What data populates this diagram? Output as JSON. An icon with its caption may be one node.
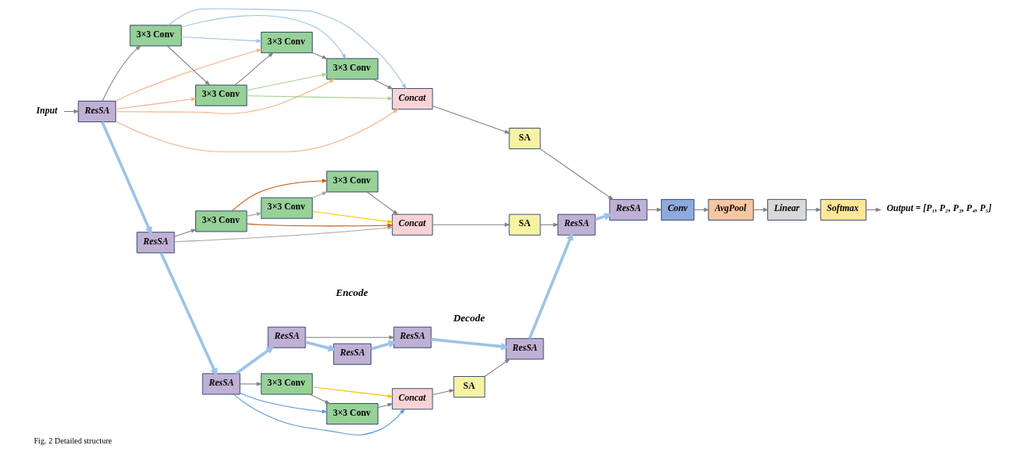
{
  "diagram": {
    "caption": "Fig. 2 Detailed structure",
    "nodes": [
      {
        "text": [
          "Input"
        ]
      },
      {
        "text": [
          "ResSA"
        ]
      },
      {
        "text": [
          "3×3 Conv"
        ]
      },
      {
        "text": [
          "3×3 Conv"
        ]
      },
      {
        "text": [
          "3×3 Conv"
        ]
      },
      {
        "text": [
          "3×3 Conv"
        ]
      },
      {
        "text": [
          "Concat"
        ]
      },
      {
        "text": [
          "SA"
        ]
      },
      {
        "text": [
          "ResSA"
        ]
      },
      {
        "text": [
          "Conv"
        ]
      },
      {
        "text": [
          "ResSA"
        ]
      },
      {
        "text": [
          "3×3 Conv"
        ]
      },
      {
        "text": [
          "3×3 Conv"
        ]
      },
      {
        "text": [
          "3×3 Conv"
        ]
      },
      {
        "text": [
          "Concat"
        ]
      },
      {
        "text": [
          "SA"
        ]
      },
      {
        "text": [
          "ResSA"
        ]
      },
      {
        "text": [
          "AvgPool"
        ]
      },
      {
        "text": [
          "Linear"
        ]
      },
      {
        "text": [
          "ResSA"
        ]
      },
      {
        "text": [
          "3×3 Conv"
        ]
      },
      {
        "text": [
          "3×3 Conv"
        ]
      },
      {
        "text": [
          "Concat"
        ]
      },
      {
        "text": [
          "SA"
        ]
      },
      {
        "text": [
          "ResSA"
        ]
      },
      {
        "text": [
          "Softmax"
        ]
      },
      {
        "text": [
          "ResSA"
        ]
      },
      {
        "text": [
          "ResSA"
        ]
      },
      {
        "text": [
          "Output = [P₁, P₂, P₃, P₄, P₅]"
        ]
      },
      {
        "text": [
          "ResSA"
        ]
      }
    ],
    "edges": [
      {
        "from": 0,
        "to": 1,
        "arrow": "to"
      },
      {
        "from": 1,
        "to": 2,
        "arrow": "to"
      },
      {
        "from": 2,
        "to": 3,
        "arrow": "to"
      },
      {
        "from": 3,
        "to": 4,
        "arrow": "to"
      },
      {
        "from": 4,
        "to": 5,
        "arrow": "to"
      },
      {
        "from": 5,
        "to": 6,
        "arrow": "to"
      },
      {
        "from": 6,
        "to": 7,
        "arrow": "to"
      },
      {
        "from": 7,
        "to": 8,
        "arrow": "to"
      },
      {
        "from": 8,
        "to": 9,
        "arrow": "to"
      },
      {
        "from": 1,
        "to": 3,
        "arrow": "to",
        "color": "#f4b183"
      },
      {
        "from": 1,
        "to": 4,
        "arrow": "to",
        "color": "#f4b183"
      },
      {
        "from": 1,
        "to": 5,
        "arrow": "to",
        "color": "#f4b183"
      },
      {
        "from": 1,
        "to": 6,
        "arrow": "to",
        "color": "#f4b183"
      },
      {
        "from": 2,
        "to": 4,
        "arrow": "to",
        "color": "#9dc3e6"
      },
      {
        "from": 2,
        "to": 5,
        "arrow": "to",
        "color": "#9dc3e6"
      },
      {
        "from": 2,
        "to": 6,
        "arrow": "to",
        "color": "#9dc3e6"
      },
      {
        "from": 3,
        "to": 5,
        "arrow": "to",
        "color": "#a9d18e"
      },
      {
        "from": 3,
        "to": 6,
        "arrow": "to",
        "color": "#a9d18e"
      },
      {
        "from": 1,
        "to": 10,
        "arrow": "to",
        "style": "thick",
        "color": "#9dc3e6"
      },
      {
        "from": 10,
        "to": 11,
        "arrow": "to"
      },
      {
        "from": 11,
        "to": 12,
        "arrow": "to",
        "color": "#a6a6a6"
      },
      {
        "from": 12,
        "to": 13,
        "arrow": "to",
        "color": "#a6a6a6"
      },
      {
        "from": 13,
        "to": 14,
        "arrow": "to"
      },
      {
        "from": 14,
        "to": 15,
        "arrow": "to"
      },
      {
        "from": 15,
        "to": 16,
        "arrow": "to"
      },
      {
        "from": 10,
        "to": 14,
        "arrow": "to",
        "color": "#a6a6a6"
      },
      {
        "from": 11,
        "to": 13,
        "arrow": "to",
        "color": "#c55a11"
      },
      {
        "from": 11,
        "to": 14,
        "arrow": "to",
        "color": "#c55a11"
      },
      {
        "from": 12,
        "to": 14,
        "arrow": "to",
        "color": "#ffc000"
      },
      {
        "from": 16,
        "to": 8,
        "arrow": "to",
        "style": "thick",
        "color": "#9dc3e6"
      },
      {
        "from": 10,
        "to": 19,
        "arrow": "to",
        "style": "thick",
        "color": "#9dc3e6"
      },
      {
        "from": 19,
        "to": 20,
        "arrow": "to"
      },
      {
        "from": 20,
        "to": 21,
        "arrow": "to"
      },
      {
        "from": 21,
        "to": 22,
        "arrow": "to"
      },
      {
        "from": 22,
        "to": 23,
        "arrow": "to"
      },
      {
        "from": 23,
        "to": 24,
        "arrow": "to"
      },
      {
        "from": 19,
        "to": 21,
        "arrow": "to",
        "color": "#5b9bd5"
      },
      {
        "from": 19,
        "to": 22,
        "arrow": "to",
        "color": "#5b9bd5"
      },
      {
        "from": 20,
        "to": 22,
        "arrow": "to",
        "color": "#ffc000"
      },
      {
        "from": 24,
        "to": 16,
        "arrow": "to",
        "style": "thick",
        "color": "#9dc3e6"
      },
      {
        "from": 19,
        "to": 26,
        "arrow": "to",
        "style": "thick",
        "color": "#9dc3e6"
      },
      {
        "from": 26,
        "to": 27,
        "arrow": "to"
      },
      {
        "from": 26,
        "to": 29,
        "arrow": "to",
        "style": "thick",
        "color": "#9dc3e6"
      },
      {
        "from": 29,
        "to": 27,
        "arrow": "to",
        "style": "thick",
        "color": "#9dc3e6"
      },
      {
        "from": 27,
        "to": 24,
        "arrow": "to",
        "style": "thick",
        "color": "#9dc3e6"
      },
      {
        "from": 9,
        "to": 17,
        "arrow": "to"
      },
      {
        "from": 17,
        "to": 18,
        "arrow": "to"
      },
      {
        "from": 18,
        "to": 25,
        "arrow": "to"
      },
      {
        "from": 25,
        "to": 28,
        "arrow": "to"
      }
    ],
    "labels": [
      "Encode",
      "Decode"
    ]
  }
}
